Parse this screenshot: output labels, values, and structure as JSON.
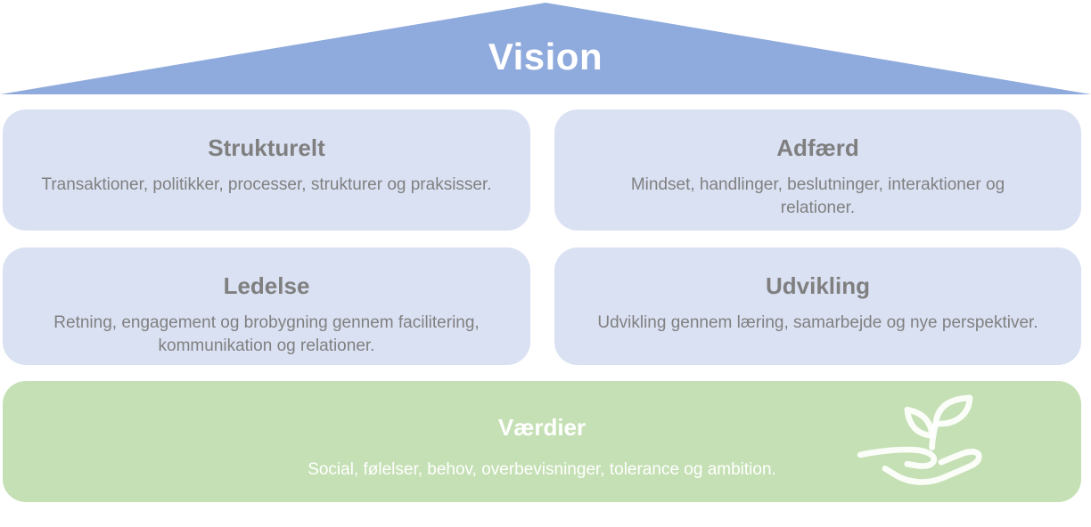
{
  "diagram": {
    "vision": {
      "label": "Vision"
    },
    "boxes": [
      {
        "title": "Strukturelt",
        "body": "Transaktioner, politikker, processer, strukturer og praksisser."
      },
      {
        "title": "Adfærd",
        "body": "Mindset, handlinger, beslutninger, interaktioner og relationer."
      },
      {
        "title": "Ledelse",
        "body": "Retning, engagement og brobygning gennem facilitering, kommunikation og relationer."
      },
      {
        "title": "Udvikling",
        "body": "Udvikling gennem læring, samarbejde og nye perspektiver."
      }
    ],
    "values": {
      "title": "Værdier",
      "body": "Social, følelser, behov, overbevisninger, tolerance og ambition.",
      "icon": "seedling-in-hand-icon"
    },
    "colors": {
      "triangle_blue": "#8FAADC",
      "box_lavender": "#DAE1F3",
      "values_green": "#C5E0B4",
      "title_gray": "#7F7F7F",
      "body_gray": "#808080",
      "light_text": "#FFFFFF"
    }
  }
}
